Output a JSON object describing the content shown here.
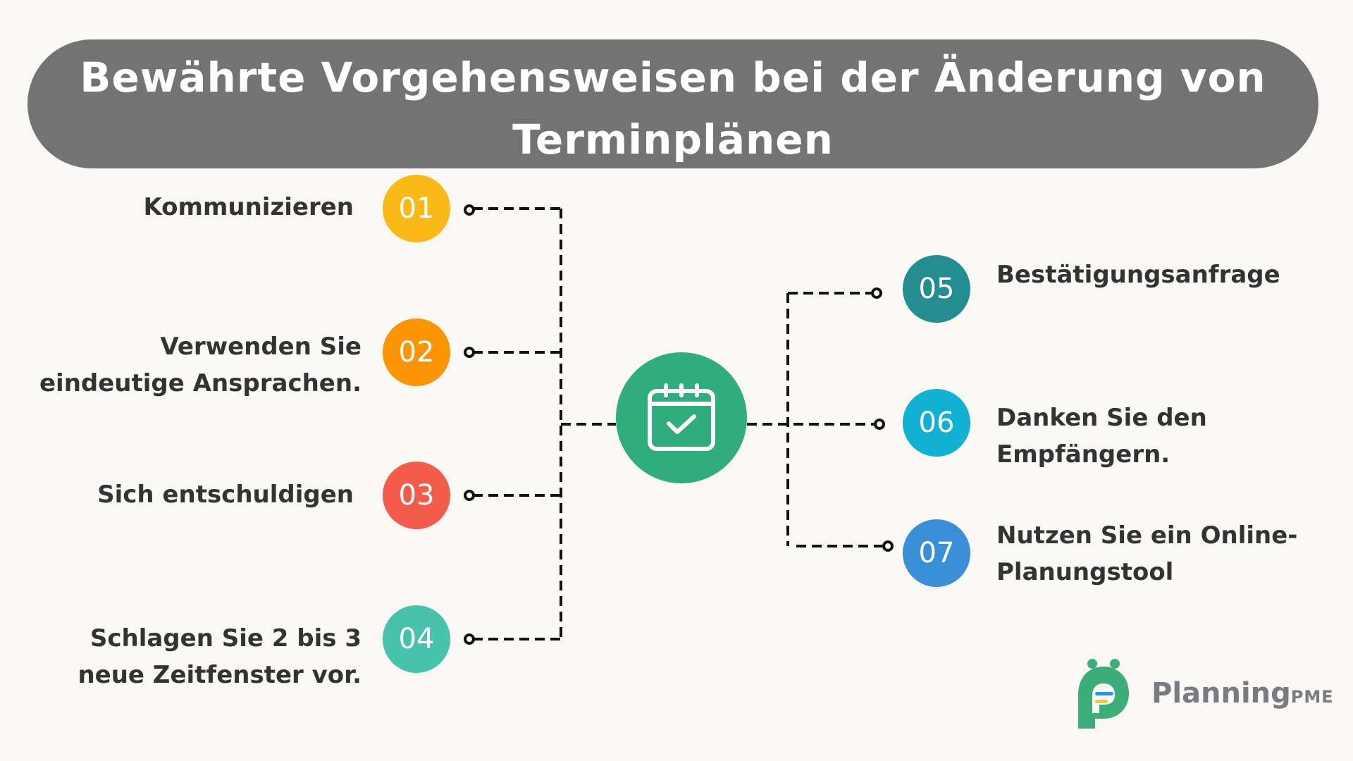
{
  "title": {
    "line1": "Bewährte Vorgehensweisen bei der Änderung von",
    "line2": "Terminplänen"
  },
  "hub": {
    "icon": "calendar-check-icon",
    "color": "#30ad7c"
  },
  "steps_left": [
    {
      "number": "01",
      "color": "#fbb917",
      "lines": [
        "Kommunizieren"
      ]
    },
    {
      "number": "02",
      "color": "#fb9504",
      "lines": [
        "Verwenden Sie",
        "eindeutige Ansprachen."
      ]
    },
    {
      "number": "03",
      "color": "#f35c4a",
      "lines": [
        "Sich entschuldigen"
      ]
    },
    {
      "number": "04",
      "color": "#47c2ad",
      "lines": [
        "Schlagen Sie 2 bis 3",
        "neue Zeitfenster vor."
      ]
    }
  ],
  "steps_right": [
    {
      "number": "05",
      "color": "#248d91",
      "lines": [
        "Bestätigungsanfrage"
      ]
    },
    {
      "number": "06",
      "color": "#10b1d3",
      "lines": [
        "Danken Sie den",
        "Empfängern."
      ]
    },
    {
      "number": "07",
      "color": "#3a8fd6",
      "lines": [
        "Nutzen Sie ein Online-",
        "Planungstool"
      ]
    }
  ],
  "logo": {
    "word": "Planning",
    "suffix": "PME",
    "icon": "planningpme-logo-icon",
    "green": "#3dae79",
    "blue": "#3a8fd6",
    "yellow": "#f7c52c"
  }
}
